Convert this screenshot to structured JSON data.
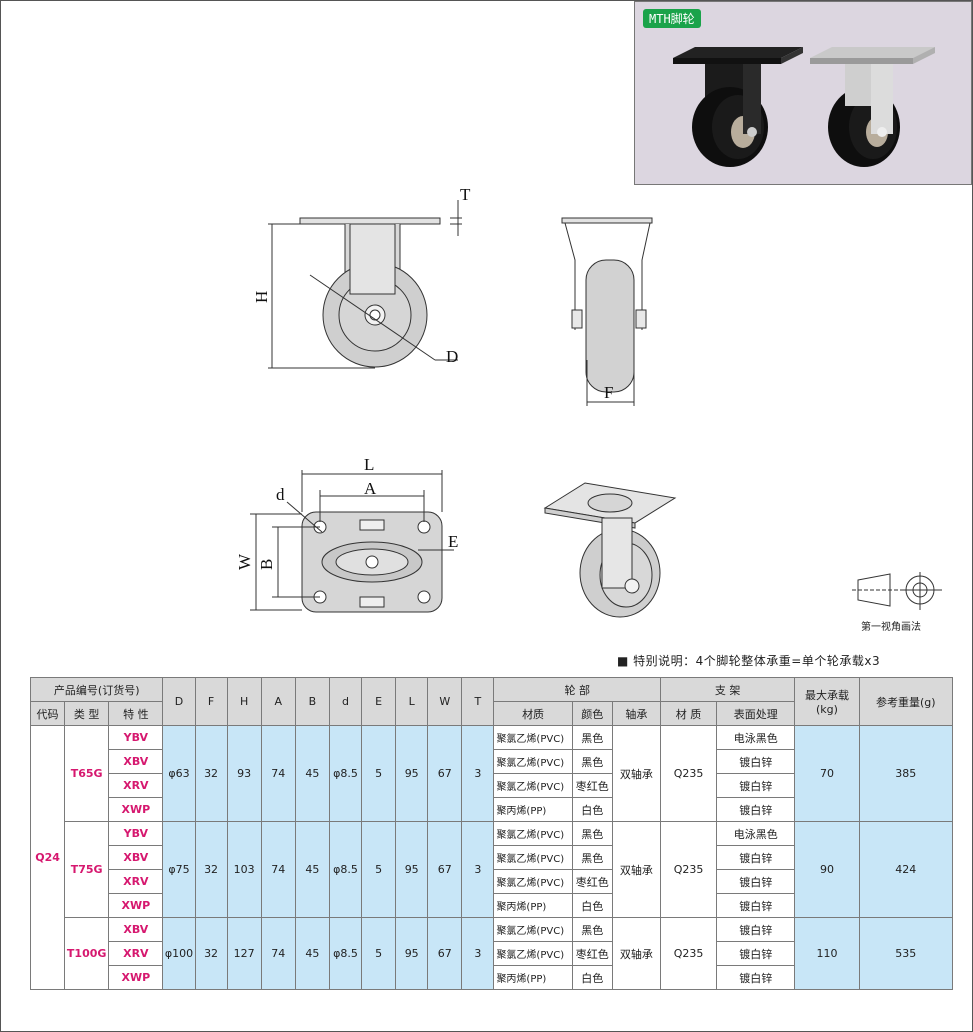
{
  "photo_panel": {
    "tag": "MTH脚轮"
  },
  "drawing_labels": {
    "T": "T",
    "H": "H",
    "D": "D",
    "F": "F",
    "L": "L",
    "A": "A",
    "d": "d",
    "E": "E",
    "W": "W",
    "B": "B"
  },
  "projection_caption": "第一视角画法",
  "note": "■  特别说明：4个脚轮整体承重=单个轮承载x3",
  "table": {
    "headers": {
      "product_code": "产品编号(订货号)",
      "code": "代码",
      "type": "类 型",
      "feature": "特 性",
      "D": "D",
      "F": "F",
      "H": "H",
      "A": "A",
      "B": "B",
      "d": "d",
      "E": "E",
      "L": "L",
      "W": "W",
      "T": "T",
      "wheel": "轮 部",
      "wheel_material": "材质",
      "wheel_color": "颜色",
      "bearing": "轴承",
      "bracket": "支 架",
      "bracket_material": "材 质",
      "surface": "表面处理",
      "max_load": "最大承载\n(kg)",
      "ref_weight": "参考重量(g)"
    },
    "code": "Q24",
    "groups": [
      {
        "type": "T65G",
        "D": "φ63",
        "F": "32",
        "H": "93",
        "A": "74",
        "B": "45",
        "d": "φ8.5",
        "E": "5",
        "L": "95",
        "W": "67",
        "T": "3",
        "bearing": "双轴承",
        "bracket_material": "Q235",
        "max_load": "70",
        "ref_weight": "385",
        "rows": [
          {
            "feature": "YBV",
            "material": "聚氯乙烯(PVC)",
            "color": "黑色",
            "surface": "电泳黑色"
          },
          {
            "feature": "XBV",
            "material": "聚氯乙烯(PVC)",
            "color": "黑色",
            "surface": "镀白锌"
          },
          {
            "feature": "XRV",
            "material": "聚氯乙烯(PVC)",
            "color": "枣红色",
            "surface": "镀白锌"
          },
          {
            "feature": "XWP",
            "material": "聚丙烯(PP)",
            "color": "白色",
            "surface": "镀白锌"
          }
        ]
      },
      {
        "type": "T75G",
        "D": "φ75",
        "F": "32",
        "H": "103",
        "A": "74",
        "B": "45",
        "d": "φ8.5",
        "E": "5",
        "L": "95",
        "W": "67",
        "T": "3",
        "bearing": "双轴承",
        "bracket_material": "Q235",
        "max_load": "90",
        "ref_weight": "424",
        "rows": [
          {
            "feature": "YBV",
            "material": "聚氯乙烯(PVC)",
            "color": "黑色",
            "surface": "电泳黑色"
          },
          {
            "feature": "XBV",
            "material": "聚氯乙烯(PVC)",
            "color": "黑色",
            "surface": "镀白锌"
          },
          {
            "feature": "XRV",
            "material": "聚氯乙烯(PVC)",
            "color": "枣红色",
            "surface": "镀白锌"
          },
          {
            "feature": "XWP",
            "material": "聚丙烯(PP)",
            "color": "白色",
            "surface": "镀白锌"
          }
        ]
      },
      {
        "type": "T100G",
        "D": "φ100",
        "F": "32",
        "H": "127",
        "A": "74",
        "B": "45",
        "d": "φ8.5",
        "E": "5",
        "L": "95",
        "W": "67",
        "T": "3",
        "bearing": "双轴承",
        "bracket_material": "Q235",
        "max_load": "110",
        "ref_weight": "535",
        "rows": [
          {
            "feature": "XBV",
            "material": "聚氯乙烯(PVC)",
            "color": "黑色",
            "surface": "镀白锌"
          },
          {
            "feature": "XRV",
            "material": "聚氯乙烯(PVC)",
            "color": "枣红色",
            "surface": "镀白锌"
          },
          {
            "feature": "XWP",
            "material": "聚丙烯(PP)",
            "color": "白色",
            "surface": "镀白锌"
          }
        ]
      }
    ]
  }
}
